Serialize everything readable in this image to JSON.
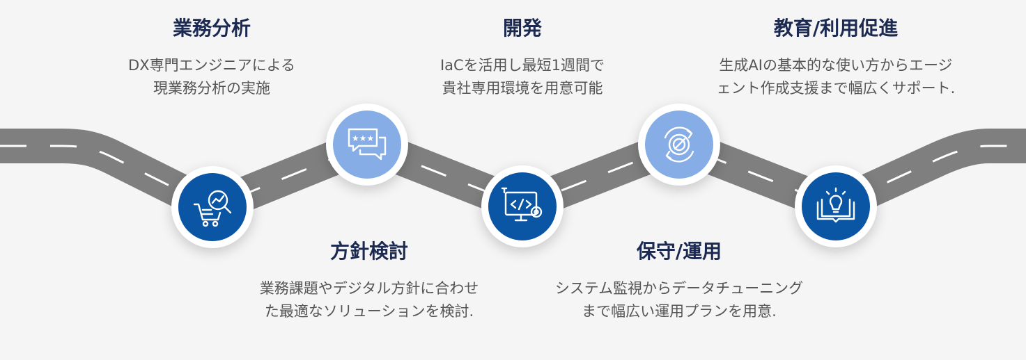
{
  "steps": [
    {
      "title": "業務分析",
      "desc": [
        "DX専門エンジニアによる",
        "現業務分析の実施"
      ],
      "icon": "cart-analytics-icon"
    },
    {
      "title": "方針検討",
      "desc": [
        "業務課題やデジタル方針に合わせ",
        "た最適なソリューションを検討."
      ],
      "icon": "review-chat-icon"
    },
    {
      "title": "開発",
      "desc": [
        "IaCを活用し最短1週間で",
        "貴社専用環境を用意可能"
      ],
      "icon": "code-monitor-icon"
    },
    {
      "title": "保守/運用",
      "desc": [
        "システム監視からデータチューニング",
        "まで幅広い運用プランを用意."
      ],
      "icon": "gear-wrench-icon"
    },
    {
      "title": "教育/利用促進",
      "desc": [
        "生成AIの基本的な使い方からエージ",
        "ェント作成支援まで幅広くサポート."
      ],
      "icon": "book-lightbulb-icon"
    }
  ],
  "colors": {
    "background": "#f5f5f6",
    "road": "#7f7f7f",
    "lane": "#ffffff",
    "node_dark": "#0b55a5",
    "node_light": "#86ade6",
    "title": "#1c2a52",
    "text": "#555555"
  }
}
